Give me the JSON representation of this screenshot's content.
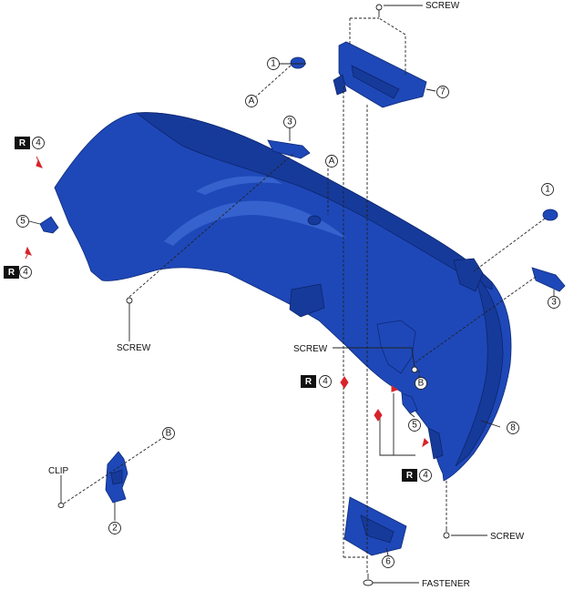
{
  "labels": {
    "screw": "SCREW",
    "clip": "CLIP",
    "fastener": "FASTENER",
    "replace_mark": "R"
  },
  "callouts": {
    "n1": "1",
    "n2": "2",
    "n3": "3",
    "n4": "4",
    "n5": "5",
    "n6": "6",
    "n7": "7",
    "n8": "8",
    "a": "A",
    "b": "B"
  },
  "colors": {
    "part_blue": "#1e48b8",
    "arrow_red": "#d8232a"
  }
}
